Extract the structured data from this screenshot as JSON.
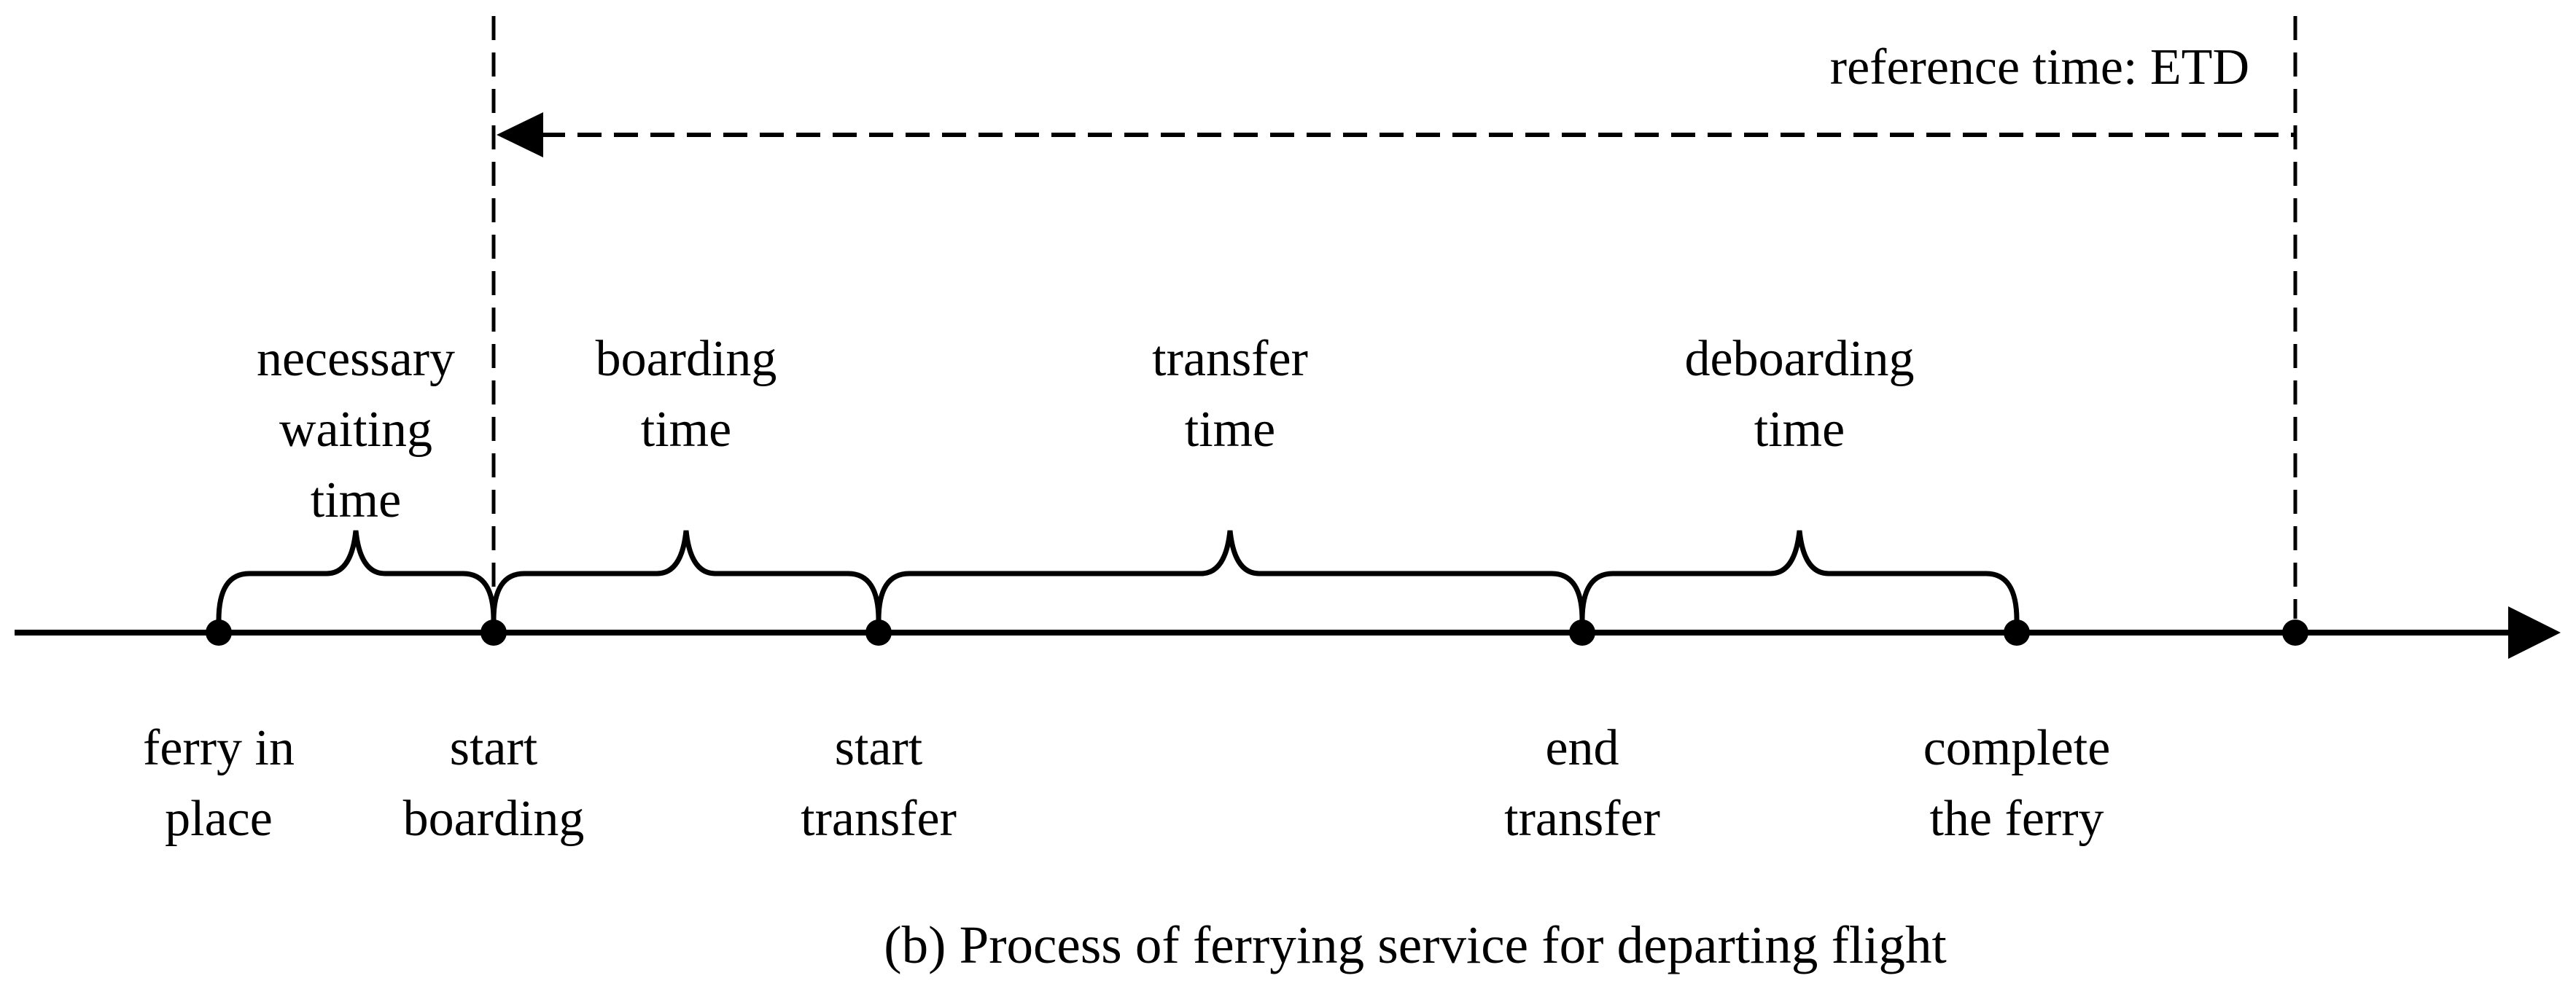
{
  "reference": {
    "label": "reference time: ETD"
  },
  "caption": "(b) Process of ferrying service for departing flight",
  "durations": [
    {
      "line1": "necessary",
      "line2": "waiting",
      "line3": "time"
    },
    {
      "line1": "boarding",
      "line2": "time"
    },
    {
      "line1": "transfer",
      "line2": "time"
    },
    {
      "line1": "deboarding",
      "line2": "time"
    }
  ],
  "events": [
    {
      "line1": "ferry in",
      "line2": "place"
    },
    {
      "line1": "start",
      "line2": "boarding"
    },
    {
      "line1": "start",
      "line2": "transfer"
    },
    {
      "line1": "end",
      "line2": "transfer"
    },
    {
      "line1": "complete",
      "line2": "the ferry"
    }
  ],
  "colors": {
    "ink": "#000000",
    "background": "#ffffff"
  }
}
